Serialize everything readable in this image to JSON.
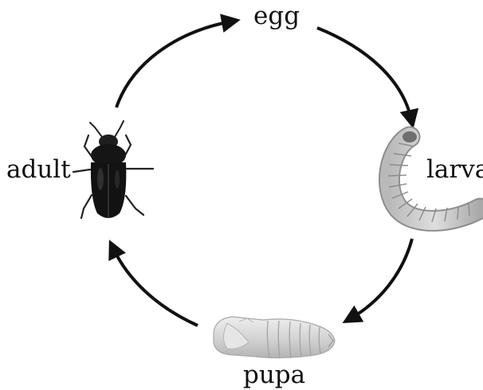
{
  "diagram": {
    "stages": [
      {
        "key": "egg",
        "label": "egg",
        "icon": "egg-icon"
      },
      {
        "key": "larva",
        "label": "larva",
        "icon": "larva-icon"
      },
      {
        "key": "pupa",
        "label": "pupa",
        "icon": "pupa-icon"
      },
      {
        "key": "adult",
        "label": "adult",
        "icon": "beetle-icon"
      }
    ],
    "cycle_order": [
      "egg",
      "larva",
      "pupa",
      "adult",
      "egg"
    ],
    "colors": {
      "arrow": "#111111",
      "text": "#111111",
      "beetle": "#1a1a1a",
      "larva": "#c8c8c8",
      "pupa": "#d8d8d8"
    }
  }
}
